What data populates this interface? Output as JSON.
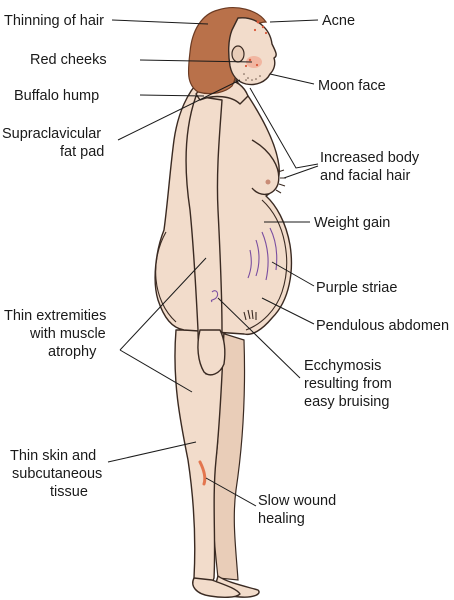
{
  "labels": {
    "thinning_hair": "Thinning of hair",
    "acne": "Acne",
    "red_cheeks": "Red cheeks",
    "moon_face": "Moon face",
    "buffalo_hump": "Buffalo hump",
    "supraclavicular_1": "Supraclavicular",
    "supraclavicular_2": "fat pad",
    "body_hair_1": "Increased body",
    "body_hair_2": "and facial hair",
    "weight_gain": "Weight gain",
    "purple_striae": "Purple striae",
    "pendulous_abdomen": "Pendulous abdomen",
    "thin_extremities_1": "Thin extremities",
    "thin_extremities_2": "with muscle",
    "thin_extremities_3": "atrophy",
    "ecchymosis_1": "Ecchymosis",
    "ecchymosis_2": "resulting from",
    "ecchymosis_3": "easy bruising",
    "thin_skin_1": "Thin skin and",
    "thin_skin_2": "subcutaneous",
    "thin_skin_3": "tissue",
    "slow_wound_1": "Slow wound",
    "slow_wound_2": "healing"
  },
  "colors": {
    "skin": "#f2dccb",
    "hair": "#b9714a",
    "striae": "#7a4ea0",
    "wound": "#e0643a",
    "acne": "#d9583a"
  }
}
